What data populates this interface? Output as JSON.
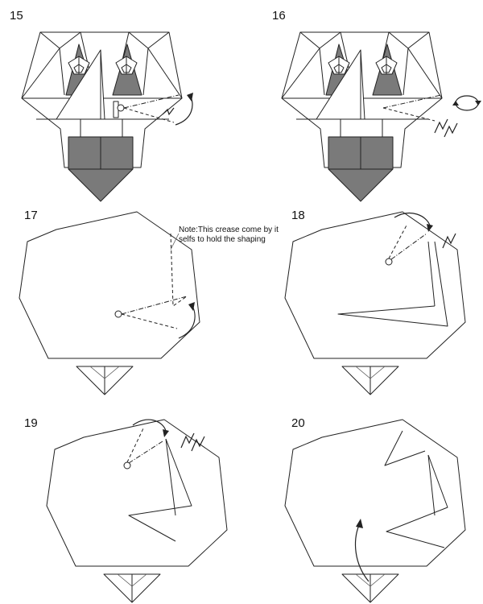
{
  "steps": [
    {
      "number": "15"
    },
    {
      "number": "16"
    },
    {
      "number": "17"
    },
    {
      "number": "18"
    },
    {
      "number": "19"
    },
    {
      "number": "20"
    }
  ],
  "note": {
    "line1": "Note:This crease come by it",
    "line2": "selfs to hold the shaping"
  },
  "watermark": "",
  "colors": {
    "line": "#222222",
    "shaded_paper": "#7a7a7a",
    "paper": "#ffffff"
  }
}
